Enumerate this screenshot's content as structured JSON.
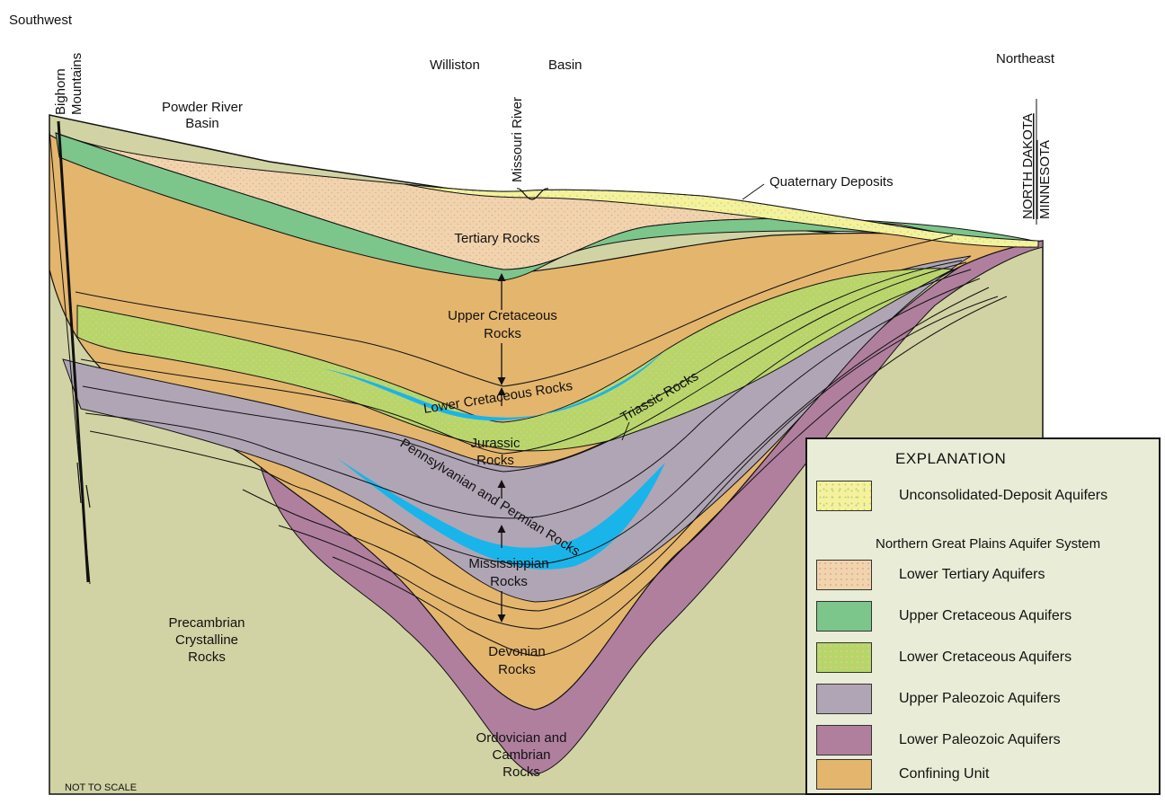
{
  "orientation": {
    "left": "Southwest",
    "right": "Northeast"
  },
  "place_labels": {
    "bighorn_line1": "Bighorn",
    "bighorn_line2": "Mountains",
    "powder_line1": "Powder River",
    "powder_line2": "Basin",
    "williston": "Williston",
    "basin": "Basin",
    "missouri": "Missouri River",
    "north_dakota": "NORTH DAKOTA",
    "minnesota": "MINNESOTA",
    "quaternary": "Quaternary Deposits"
  },
  "rock_labels": {
    "tertiary": "Tertiary Rocks",
    "upper_cret_1": "Upper Cretaceous",
    "upper_cret_2": "Rocks",
    "lower_cret": "Lower Cretaceous Rocks",
    "triassic": "Triassic Rocks",
    "jurassic_1": "Jurassic",
    "jurassic_2": "Rocks",
    "penn_perm": "Pennsylvanian and Permian Rocks",
    "miss_1": "Mississippian",
    "miss_2": "Rocks",
    "devonian_1": "Devonian",
    "devonian_2": "Rocks",
    "ord_1": "Ordovician and",
    "ord_2": "Cambrian",
    "ord_3": "Rocks",
    "precam_1": "Precambrian",
    "precam_2": "Crystalline",
    "precam_3": "Rocks"
  },
  "scale_note": "NOT TO SCALE",
  "legend": {
    "title": "EXPLANATION",
    "system_heading": "Northern Great Plains Aquifer System",
    "items": [
      {
        "label": "Unconsolidated-Deposit Aquifers",
        "color": "#f4f29a"
      },
      {
        "label": "Lower Tertiary Aquifers",
        "color": "#f0d4ae"
      },
      {
        "label": "Upper Cretaceous Aquifers",
        "color": "#7cc58b"
      },
      {
        "label": "Lower Cretaceous Aquifers",
        "color": "#b6d66a"
      },
      {
        "label": "Upper Paleozoic Aquifers",
        "color": "#b0a5b5"
      },
      {
        "label": "Lower Paleozoic Aquifers",
        "color": "#b07f9e"
      },
      {
        "label": "Confining Unit",
        "color": "#e4b56d"
      }
    ]
  },
  "colors": {
    "precambrian": "#d2d3a4",
    "confining": "#e4b56d",
    "upper_paleozoic": "#b0a5b5",
    "lower_paleozoic": "#b07f9e",
    "upper_cretaceous": "#7cc58b",
    "lower_cretaceous": "#b6d66a",
    "tertiary": "#f0d4ae",
    "quaternary": "#f4f29a",
    "saline_water": "#19b4ea"
  }
}
